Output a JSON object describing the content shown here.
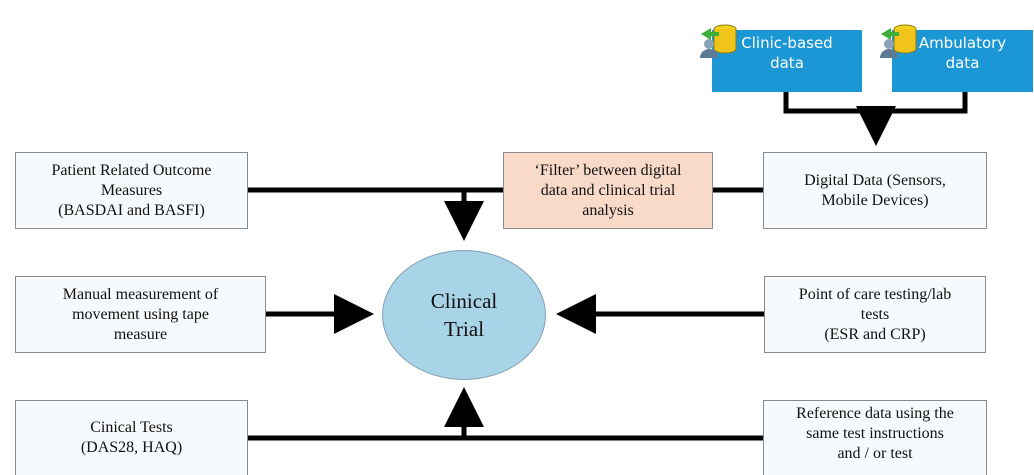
{
  "nodes": {
    "clinical_trial": "Clinical\nTrial",
    "pro_measures": "Patient Related Outcome\nMeasures\n(BASDAI and BASFI)",
    "filter": "‘Filter’ between digital\ndata and clinical trial\nanalysis",
    "digital_data": "Digital Data (Sensors,\nMobile Devices)",
    "manual_measurement": "Manual measurement of\nmovement using tape\nmeasure",
    "point_of_care": "Point of care testing/lab\ntests\n(ESR and CRP)",
    "clinical_tests": "Cinical Tests\n(DAS28, HAQ)",
    "reference_data": "Reference data using the\nsame test instructions\nand / or test",
    "clinic_based_data": "Clinic-based\ndata",
    "ambulatory_data": "Ambulatory\ndata"
  },
  "icons": {
    "clinic_db": "database-user-icon",
    "ambulatory_db": "database-user-icon"
  },
  "colors": {
    "box_fill": "#f7fafc",
    "filter_fill": "#f9d9c8",
    "ellipse_fill": "#a9d4e8",
    "data_source_fill": "#1b97d6",
    "connector": "#000000"
  }
}
